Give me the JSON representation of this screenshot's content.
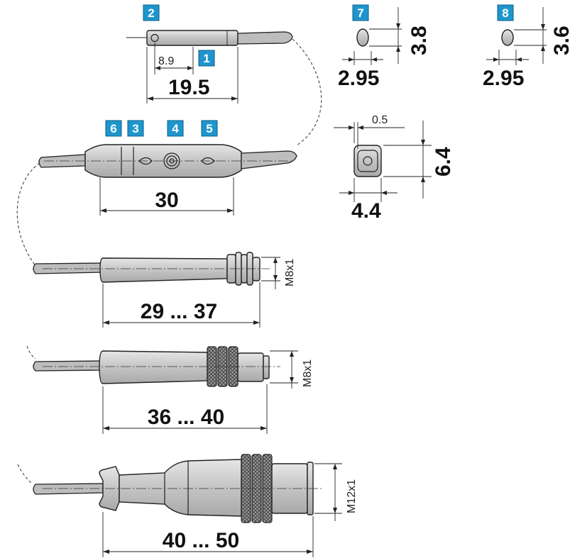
{
  "badges": {
    "b1": "1",
    "b2": "2",
    "b3": "3",
    "b4": "4",
    "b5": "5",
    "b6": "6",
    "b7": "7",
    "b8": "8"
  },
  "dimensions": {
    "d_8_9": "8.9",
    "d_19_5": "19.5",
    "d_3_8": "3.8",
    "d_2_95_a": "2.95",
    "d_3_6": "3.6",
    "d_2_95_b": "2.95",
    "d_0_5": "0.5",
    "d_6_4": "6.4",
    "d_4_4": "4.4",
    "d_30": "30",
    "d_29_37": "29 ... 37",
    "d_36_40": "36 ... 40",
    "d_40_50": "40 ... 50"
  },
  "threads": {
    "m8_a": "M8x1",
    "m8_b": "M8x1",
    "m12": "M12x1"
  },
  "colors": {
    "badge_fill": "#1e96cd",
    "part_gray": "#c9c9c9",
    "line": "#222222"
  }
}
